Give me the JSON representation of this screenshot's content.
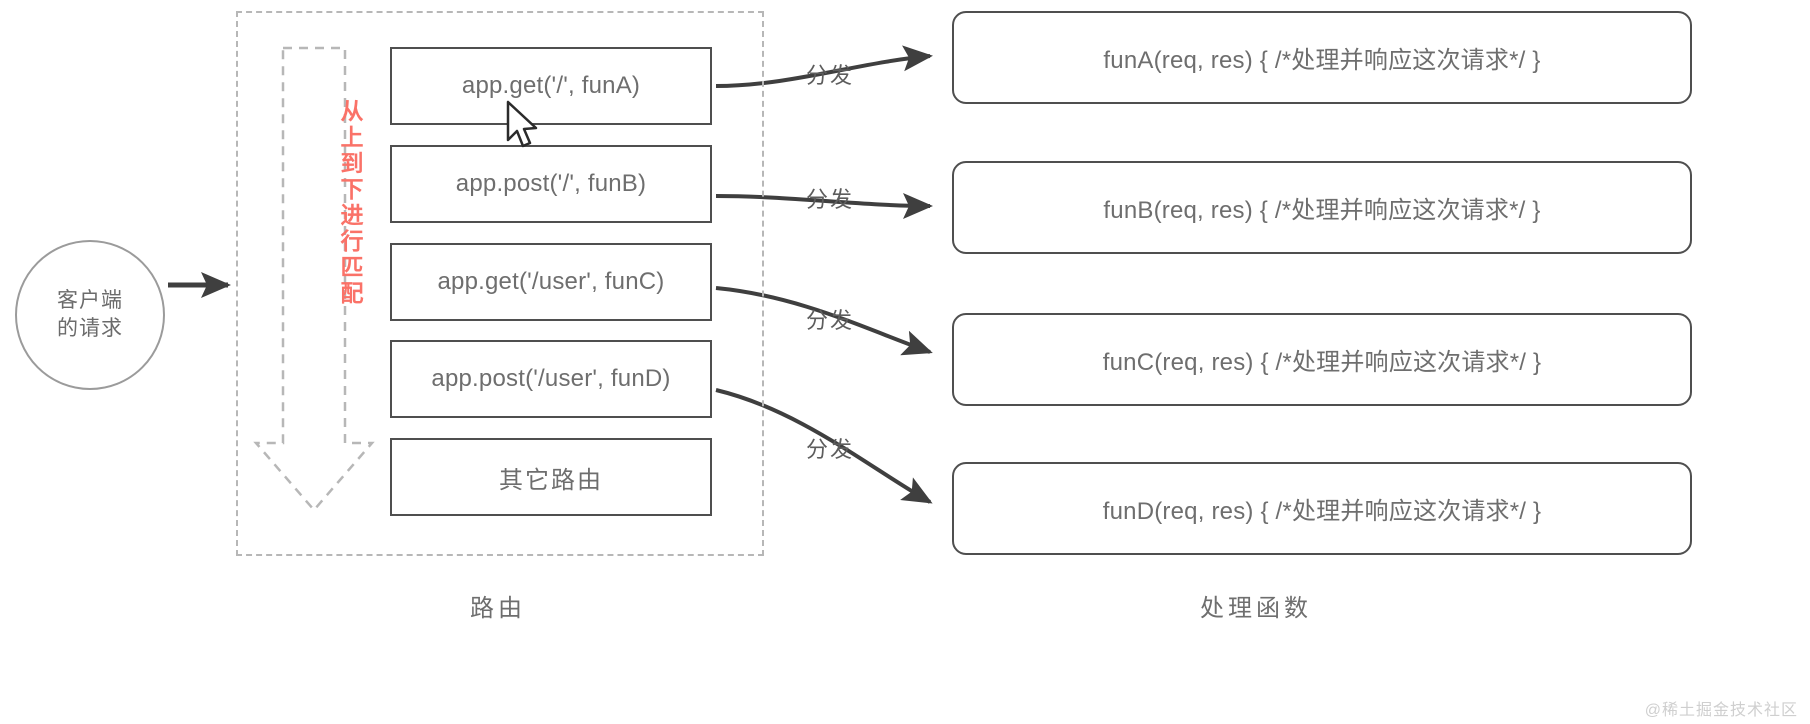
{
  "diagram": {
    "title": "Express routing dispatch diagram",
    "client": {
      "line1": "客户端",
      "line2": "的请求",
      "shape": "circle"
    },
    "route_panel": {
      "caption": "路由",
      "flow_note": "从上到下进行匹配",
      "flow_note_chars": [
        "从",
        "上",
        "到",
        "下",
        "进",
        "行",
        "匹",
        "配"
      ],
      "flow_note_color": "#fa7268",
      "boxes": [
        {
          "label": "app.get('/', funA)"
        },
        {
          "label": "app.post('/', funB)"
        },
        {
          "label": "app.get('/user', funC)"
        },
        {
          "label": "app.post('/user', funD)"
        },
        {
          "label": "其它路由"
        }
      ]
    },
    "handler_panel": {
      "caption": "处理函数",
      "boxes": [
        {
          "label": "funA(req, res) { /*处理并响应这次请求*/ }"
        },
        {
          "label": "funB(req, res) { /*处理并响应这次请求*/ }"
        },
        {
          "label": "funC(req, res) { /*处理并响应这次请求*/ }"
        },
        {
          "label": "funD(req, res) { /*处理并响应这次请求*/ }"
        }
      ]
    },
    "dispatch_labels": [
      {
        "text": "分发"
      },
      {
        "text": "分发"
      },
      {
        "text": "分发"
      },
      {
        "text": "分发"
      }
    ],
    "watermark": "@稀土掘金技术社区",
    "colors": {
      "box_border": "#4f4f4f",
      "dashed_border": "#b7b7b7",
      "text": "#6e6e6e",
      "accent_red": "#fa7268",
      "arrow": "#3f3f3f",
      "background": "#ffffff"
    }
  }
}
